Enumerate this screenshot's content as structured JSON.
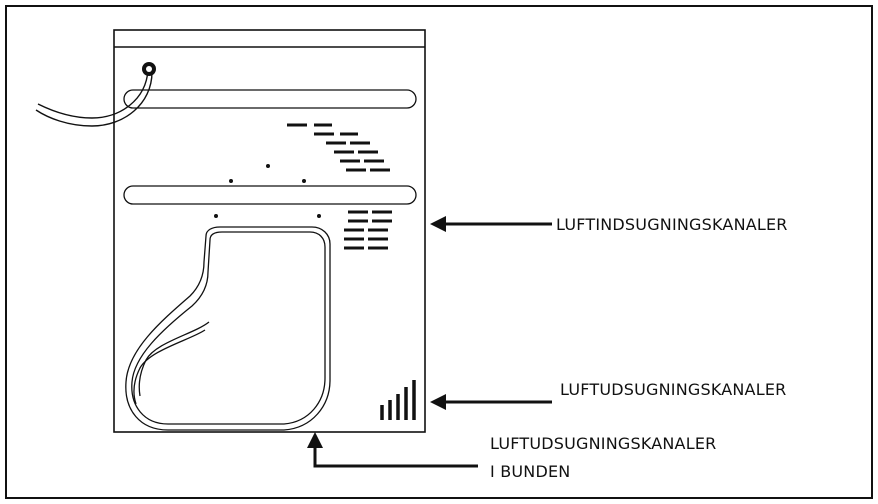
{
  "labels": {
    "intake_vents": "LUFTINDSUGNINGSKANALER",
    "exhaust_vents_side": "LUFTUDSUGNINGSKANALER",
    "exhaust_vents_bottom_line1": "LUFTUDSUGNINGSKANALER",
    "exhaust_vents_bottom_line2": "I BUNDEN"
  },
  "colors": {
    "line": "#111111",
    "background": "#ffffff"
  },
  "icons": {
    "intake_arrow": "arrow-left-icon",
    "side_arrow": "arrow-left-icon",
    "bottom_arrow": "arrow-up-elbow-icon"
  }
}
